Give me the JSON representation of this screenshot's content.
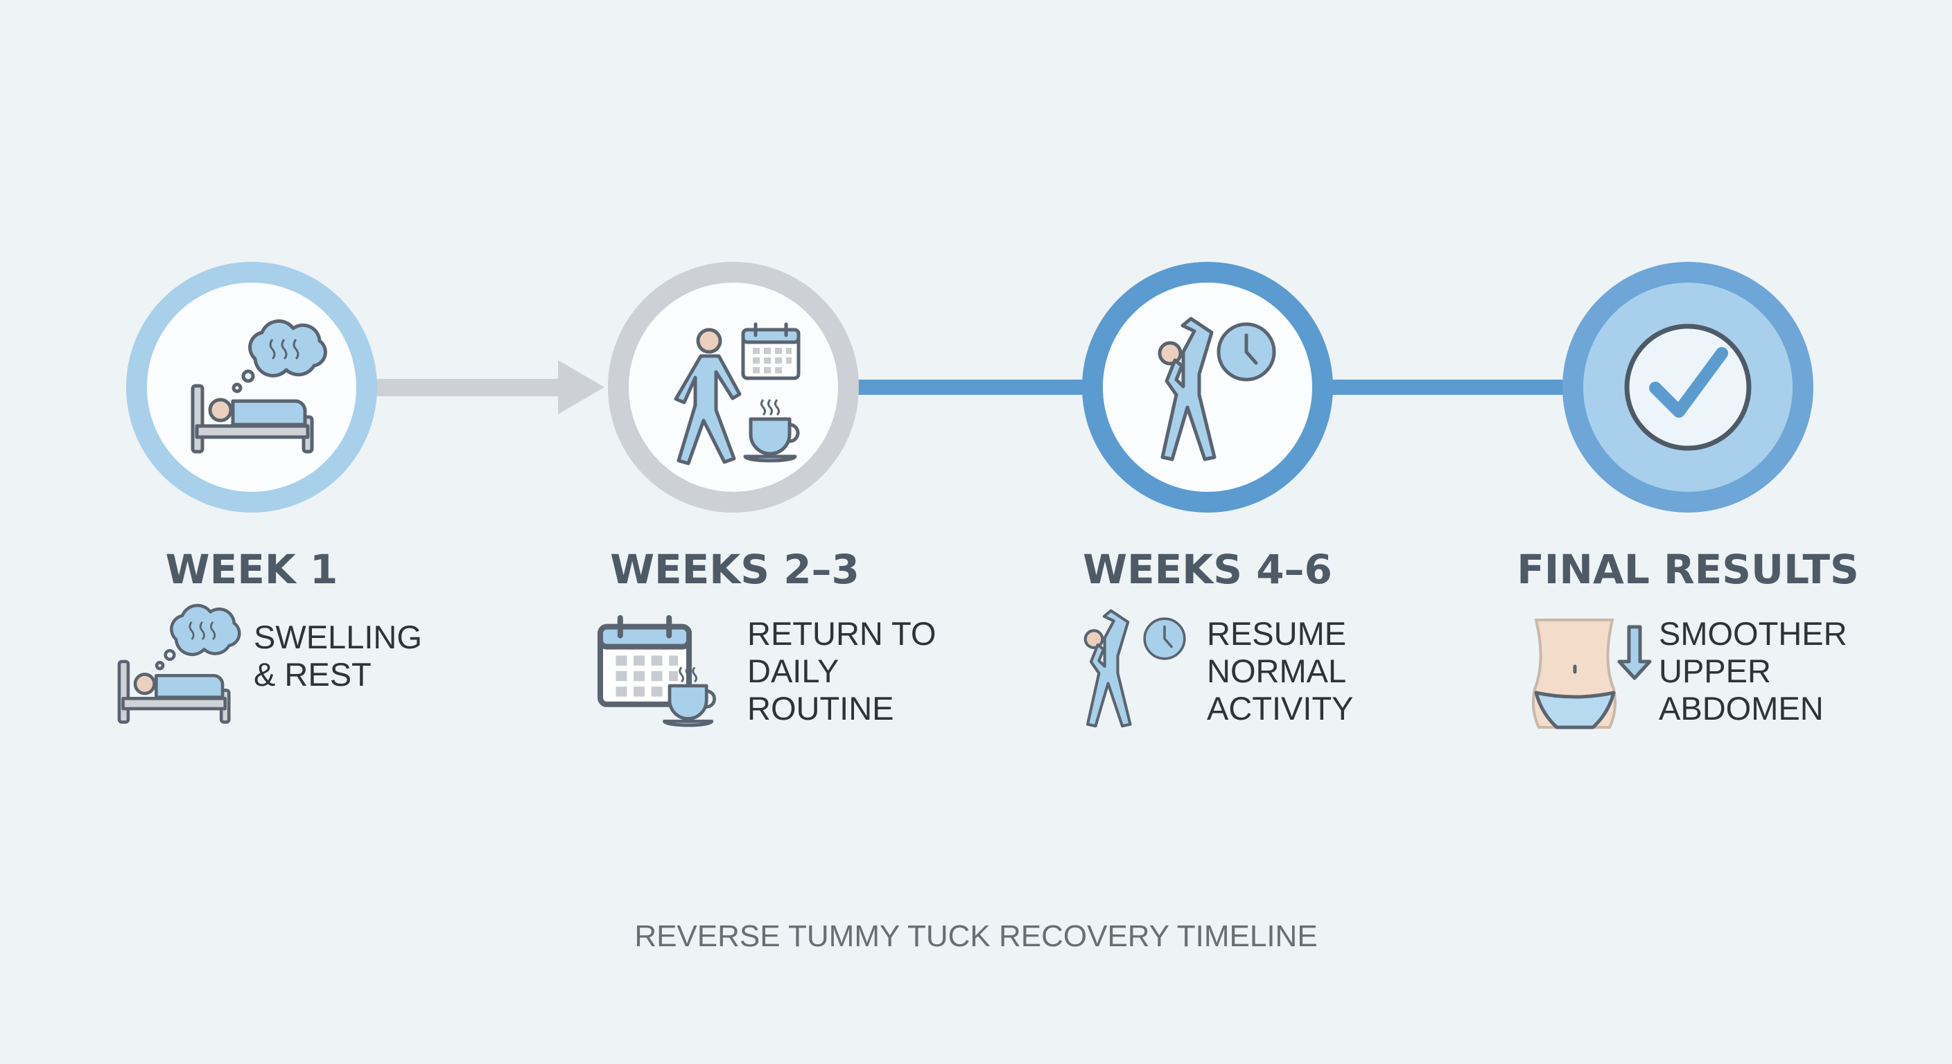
{
  "title": "REVERSE TUMMY TUCK RECOVERY TIMELINE",
  "colors": {
    "background": "#eef3f6",
    "light_blue": "#a9d0ea",
    "gray": "#cdd0d4",
    "blue": "#5b9bd0",
    "heading": "#4e5a66"
  },
  "stages": [
    {
      "heading": "WEEK 1",
      "lines": [
        "SWELLING",
        "& REST"
      ],
      "icon": "sleeping-in-bed-icon"
    },
    {
      "heading": "WEEKS 2–3",
      "lines": [
        "RETURN TO",
        "DAILY",
        "ROUTINE"
      ],
      "icon": "walking-calendar-coffee-icon"
    },
    {
      "heading": "WEEKS 4–6",
      "lines": [
        "RESUME",
        "NORMAL",
        "ACTIVITY"
      ],
      "icon": "stretching-clock-icon"
    },
    {
      "heading": "FINAL RESULTS",
      "lines": [
        "SMOOTHER",
        "UPPER",
        "ABDOMEN"
      ],
      "icon": "checkmark-icon"
    }
  ]
}
